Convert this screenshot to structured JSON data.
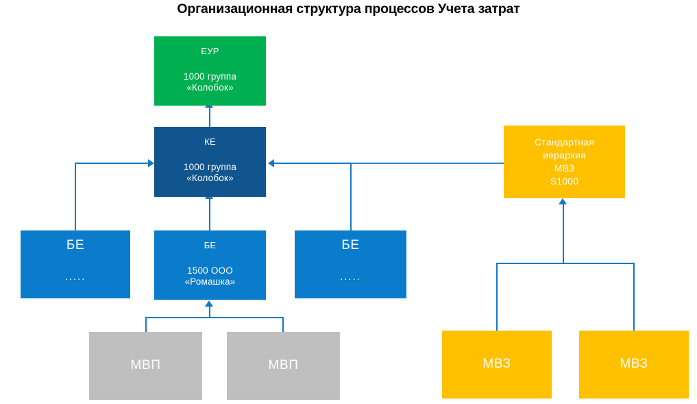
{
  "title": "Организационная структура процессов Учета затрат",
  "colors": {
    "green": "#00B050",
    "dark_blue": "#11558F",
    "light_blue": "#0A7CCB",
    "gray": "#BFBFBF",
    "yellow": "#FFC000",
    "connector": "#1279C6",
    "title_text": "#000000",
    "node_text": "#FFFFFF",
    "background": "#FFFFFF"
  },
  "nodes": {
    "eur": {
      "label": "ЕУР",
      "detail": "1000 группа\n«Колобок»",
      "color": "green"
    },
    "ke": {
      "label": "КЕ",
      "detail": "1000 группа\n«Колобок»",
      "color": "dark_blue"
    },
    "standard_hierarchy": {
      "detail": "Стандартная\nиерархия\nМВЗ\nS1000",
      "color": "yellow"
    },
    "be_left": {
      "label": "БЕ",
      "detail": ".....",
      "color": "light_blue"
    },
    "be_center": {
      "label": "БЕ",
      "detail": "1500 ООО\n«Ромашка»",
      "color": "light_blue"
    },
    "be_right": {
      "label": "БЕ",
      "detail": ".....",
      "color": "light_blue"
    },
    "mvp_left": {
      "label": "МВП",
      "color": "gray"
    },
    "mvp_right": {
      "label": "МВП",
      "color": "gray"
    },
    "mvz_left": {
      "label": "МВЗ",
      "color": "yellow"
    },
    "mvz_right": {
      "label": "МВЗ",
      "color": "yellow"
    }
  }
}
